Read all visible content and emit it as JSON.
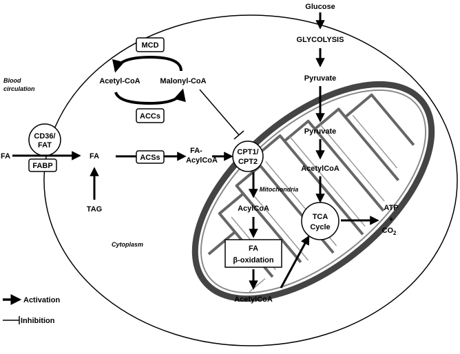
{
  "labels": {
    "glucose": "Glucose",
    "glycolysis": "GLYCOLYSIS",
    "pyruvate_cyto": "Pyruvate",
    "pyruvate_mito": "Pyruvate",
    "acetylcoa_mito": "AcetylCoA",
    "mcd": "MCD",
    "accs": "ACCs",
    "acetyl_coa": "Acetyl-CoA",
    "malonyl_coa": "Malonyl-CoA",
    "blood_circulation_1": "Blood",
    "blood_circulation_2": "circulation",
    "cd36_1": "CD36/",
    "cd36_2": "FAT",
    "fabp": "FABP",
    "fa_outside": "FA",
    "fa_cyto": "FA",
    "acss": "ACSs",
    "fa_acylcoa_1": "FA-",
    "fa_acylcoa_2": "AcylCoA",
    "cpt_1": "CPT1/",
    "cpt_2": "CPT2",
    "mitochondria": "Mitochondria",
    "tag": "TAG",
    "acylcoa_mito": "AcylCoA",
    "fa_box_1": "FA",
    "fa_box_2": "β-oxidation",
    "acetylcoa_bottom": "AcetylCoA",
    "tca_1": "TCA",
    "tca_2": "Cycle",
    "atp": "ATP",
    "plus": "+",
    "co2": "CO",
    "co2_sub": "2",
    "cytoplasm": "Cytoplasm"
  },
  "legend": {
    "activation": "Activation",
    "inhibition": "Inhibition"
  }
}
